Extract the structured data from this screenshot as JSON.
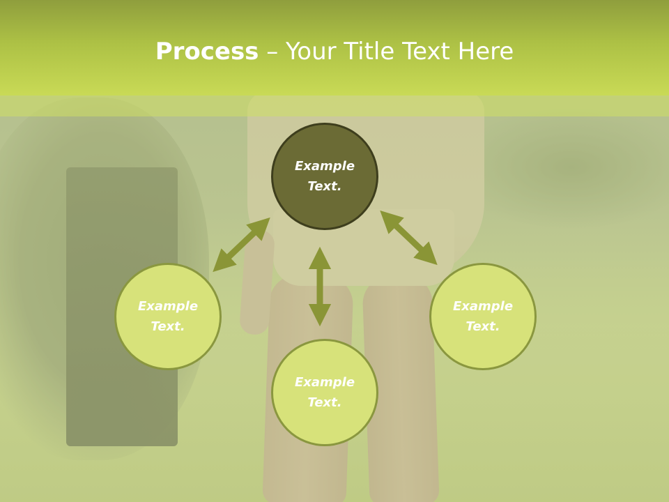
{
  "slide": {
    "title_bold": "Process",
    "title_rest": " – Your Title Text Here"
  },
  "diagram": {
    "center": {
      "label": "Example\nText."
    },
    "satellites": [
      {
        "label": "Example\nText."
      },
      {
        "label": "Example\nText."
      },
      {
        "label": "Example\nText."
      }
    ],
    "colors": {
      "title_bar": "#adc145",
      "center_fill": "#6b6b35",
      "center_border": "#3e3e1d",
      "satellite_fill": "#d7e27a",
      "satellite_border": "#8a973f",
      "arrow": "#8a9536",
      "text": "#ffffff"
    }
  }
}
